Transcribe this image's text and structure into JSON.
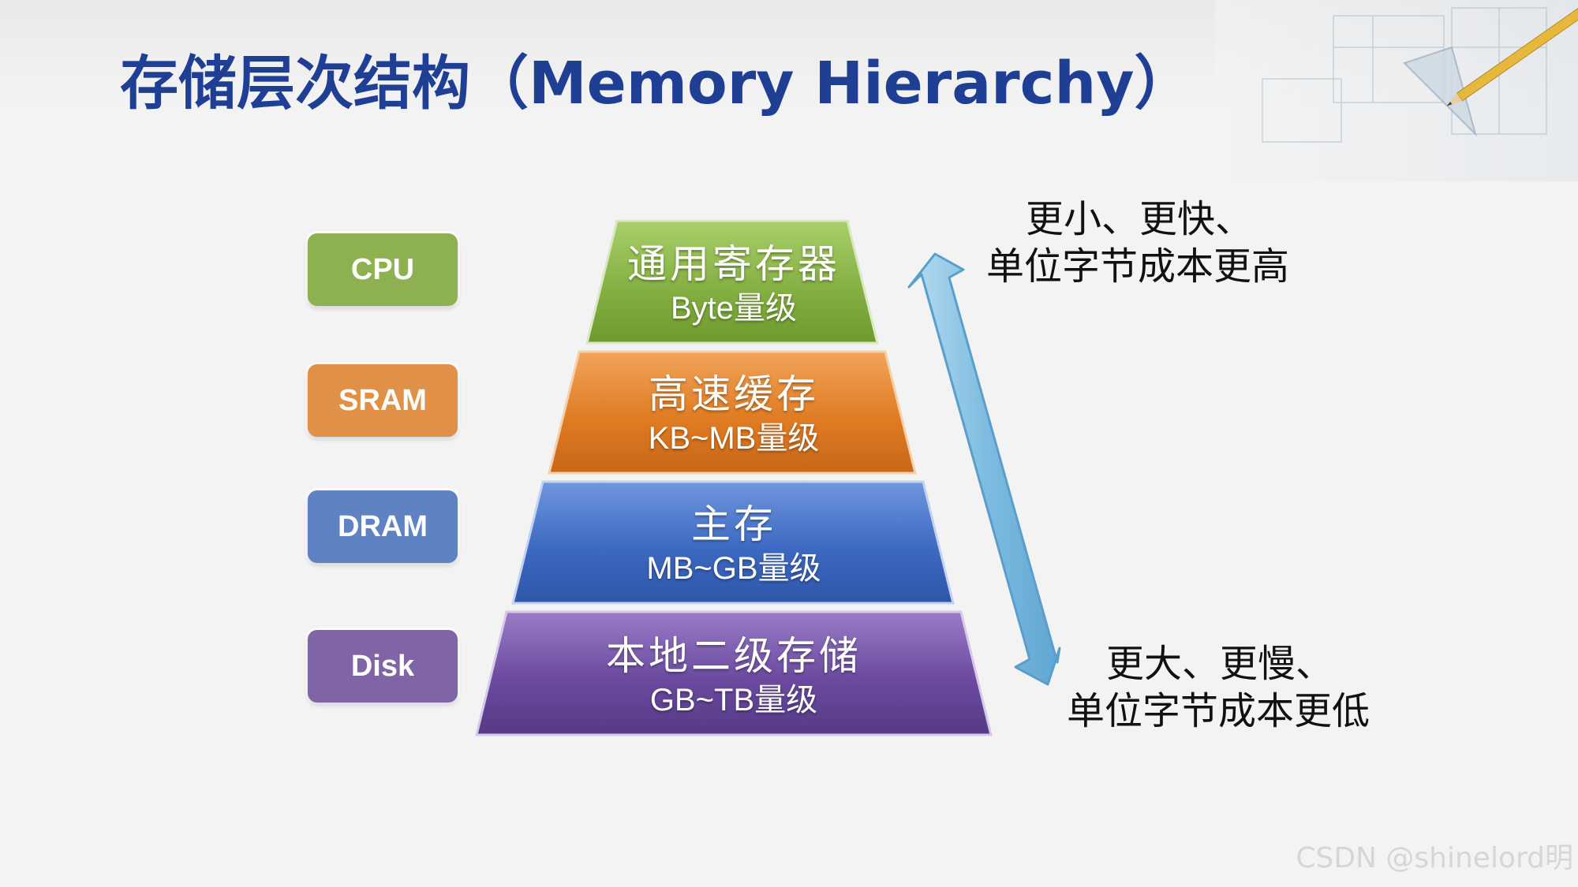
{
  "title": "存储层次结构（Memory Hierarchy）",
  "labels": [
    {
      "text": "CPU",
      "color": "#8db151"
    },
    {
      "text": "SRAM",
      "color": "#e19147"
    },
    {
      "text": "DRAM",
      "color": "#5f82c2"
    },
    {
      "text": "Disk",
      "color": "#7f65a6"
    }
  ],
  "tiers": [
    {
      "name": "通用寄存器",
      "size": "Byte量级",
      "color": "#88b548"
    },
    {
      "name": "高速缓存",
      "size": "KB~MB量级",
      "color": "#e47e22"
    },
    {
      "name": "主存",
      "size": "MB~GB量级",
      "color": "#3e6bc4"
    },
    {
      "name": "本地二级存储",
      "size": "GB~TB量级",
      "color": "#6a4a9e"
    }
  ],
  "top_note": {
    "line1": "更小、更快、",
    "line2": "单位字节成本更高"
  },
  "bottom_note": {
    "line1": "更大、更慢、",
    "line2": "单位字节成本更低"
  },
  "arrow_color": "#7fbde0",
  "watermark": "CSDN @shinelord明"
}
